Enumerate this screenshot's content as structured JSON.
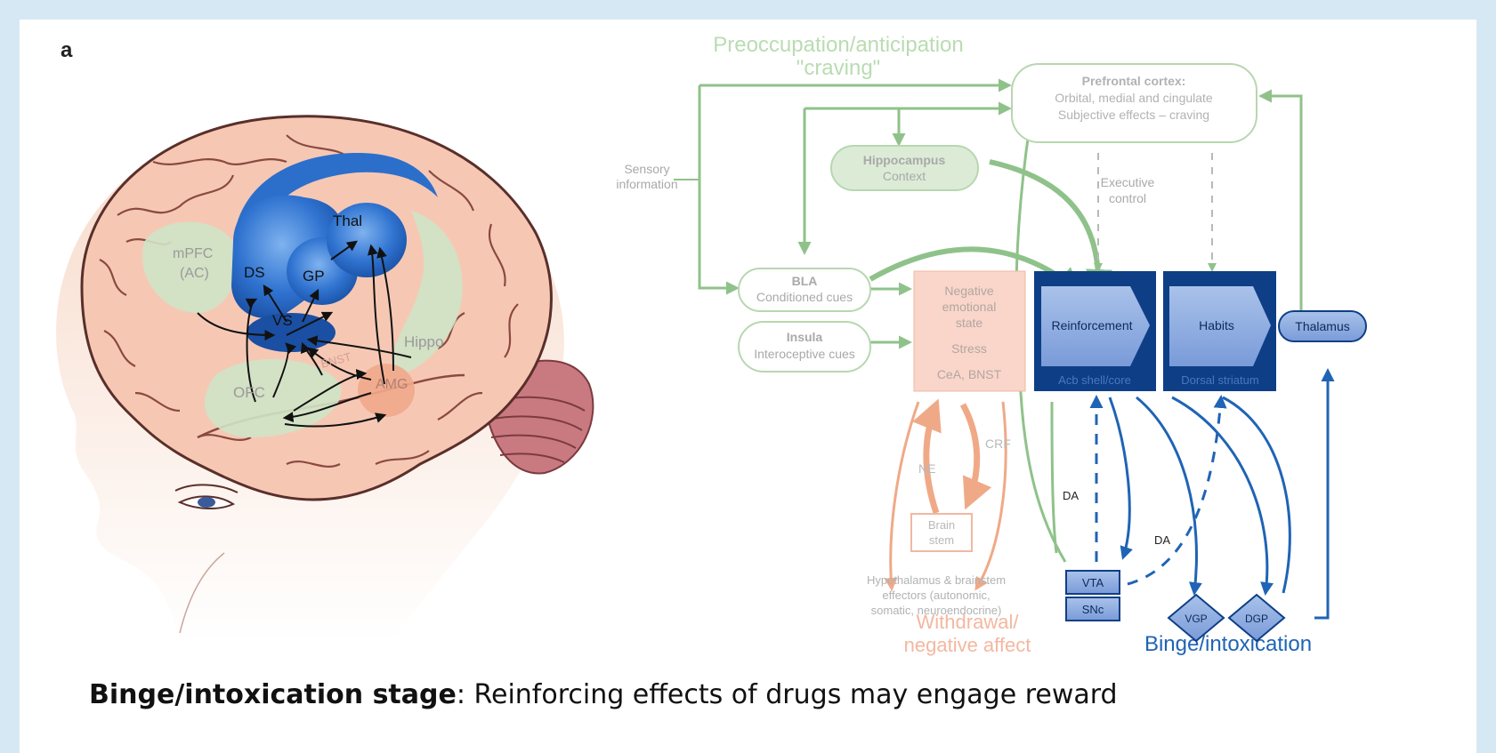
{
  "panel_label": "a",
  "brain_labels": {
    "mpfc": "mPFC",
    "ac": "(AC)",
    "ds": "DS",
    "gp": "GP",
    "thal": "Thal",
    "vs": "VS",
    "hippo": "Hippo",
    "ofc": "OFC",
    "amg": "AMG",
    "bnst": "BNST"
  },
  "stages": {
    "preoccupation_line1": "Preoccupation/anticipation",
    "preoccupation_line2": "\"craving\"",
    "withdrawal_line1": "Withdrawal/",
    "withdrawal_line2": "negative affect",
    "binge": "Binge/intoxication"
  },
  "nodes": {
    "prefrontal_title": "Prefrontal cortex:",
    "prefrontal_line2": "Orbital, medial and cingulate",
    "prefrontal_line3": "Subjective effects – craving",
    "sensory_line1": "Sensory",
    "sensory_line2": "information",
    "hippocampus_title": "Hippocampus",
    "hippocampus_sub": "Context",
    "executive_line1": "Executive",
    "executive_line2": "control",
    "bla_title": "BLA",
    "bla_sub": "Conditioned cues",
    "insula_title": "Insula",
    "insula_sub": "Interoceptive cues",
    "neg_line1": "Negative",
    "neg_line2": "emotional",
    "neg_line3": "state",
    "neg_stress": "Stress",
    "neg_region": "CeA, BNST",
    "reinforcement": "Reinforcement",
    "acb": "Acb shell/core",
    "habits": "Habits",
    "dorsal": "Dorsal striatum",
    "thalamus": "Thalamus",
    "crf": "CRF",
    "ne": "NE",
    "brain_stem_1": "Brain",
    "brain_stem_2": "stem",
    "hypo_line1": "Hypothalamus & brainstem",
    "hypo_line2": "effectors (autonomic,",
    "hypo_line3": "somatic, neuroendocrine)",
    "da1": "DA",
    "da2": "DA",
    "vta": "VTA",
    "snc": "SNc",
    "vgp": "VGP",
    "dgp": "DGP"
  },
  "caption": {
    "bold": "Binge/intoxication stage",
    "rest": ": Reinforcing effects of drugs may engage reward"
  },
  "colors": {
    "green": "#8fc28a",
    "green_fill": "#dcebd6",
    "salmon": "#f0a987",
    "salmon_fill": "#f9d6c9",
    "blue": "#1f64b5",
    "blue_dark": "#0e3f86"
  }
}
